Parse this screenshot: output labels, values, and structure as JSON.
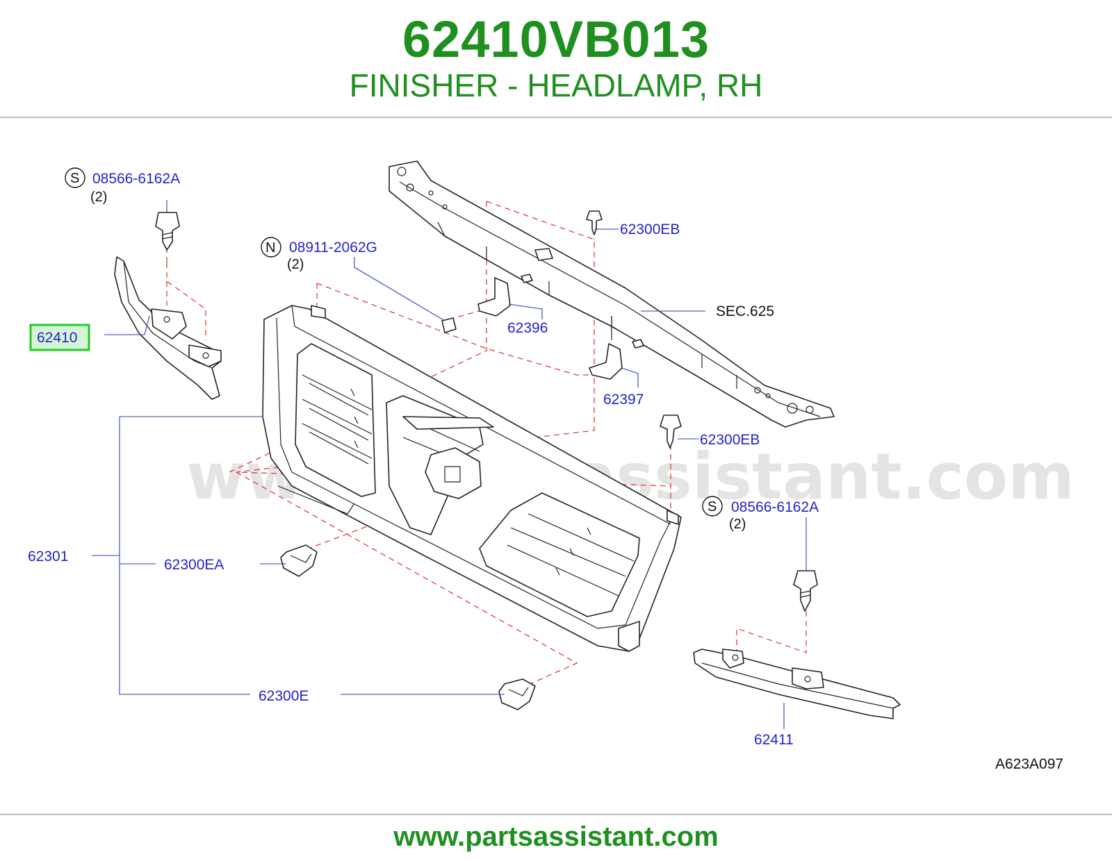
{
  "header": {
    "part_number": "62410VB013",
    "description": "FINISHER - HEADLAMP, RH"
  },
  "diagram": {
    "watermark": "www.partsassistant.com",
    "reference_code": "A623A097",
    "callouts": {
      "c1": {
        "prefix": "S",
        "number": "08566-6162A",
        "qty": "(2)"
      },
      "c2": {
        "prefix": "N",
        "number": "08911-2062G",
        "qty": "(2)"
      },
      "c3": {
        "number": "62300EB"
      },
      "c4": {
        "number": "SEC.625"
      },
      "c5": {
        "number": "62396"
      },
      "c6": {
        "number": "62397"
      },
      "c7": {
        "number": "62410",
        "highlighted": true,
        "highlight_color": "#22cc22"
      },
      "c8": {
        "number": "62300EB"
      },
      "c9": {
        "prefix": "S",
        "number": "08566-6162A",
        "qty": "(2)"
      },
      "c10": {
        "number": "62301"
      },
      "c11": {
        "number": "62300EA"
      },
      "c12": {
        "number": "62300E"
      },
      "c13": {
        "number": "62411"
      }
    }
  },
  "footer": {
    "site": "www.partsassistant.com"
  },
  "colors": {
    "brand_green": "#1f8f1f",
    "label_blue": "#2323c8",
    "dash_red": "#e23b3b"
  }
}
